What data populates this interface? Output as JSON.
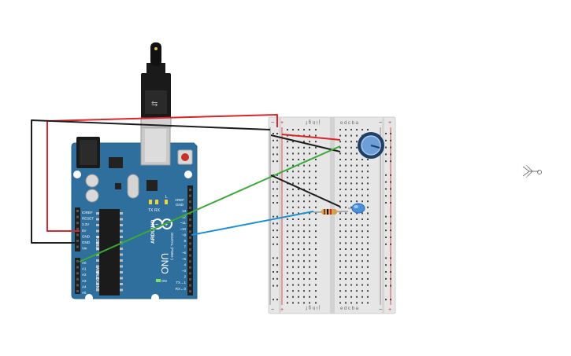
{
  "board": {
    "logo_text": "ARDUINO",
    "model_text": "UNO",
    "on_label": "ON",
    "tx_label": "TX",
    "rx_label": "RX",
    "l_label": "L",
    "power_header_label": "POWER",
    "analog_header_label": "ANALOG IN",
    "digital_header_label": "DIGITAL (PWM~)",
    "aref_label": "AREF",
    "gnd_label": "GND",
    "digital_pins": [
      "13",
      "12",
      "~11",
      "~10",
      "~9",
      "8",
      "7",
      "~6",
      "~5",
      "4",
      "~3",
      "2",
      "TX→1",
      "RX←0"
    ],
    "power_pins": [
      "IOREF",
      "RESET",
      "3.3V",
      "5V",
      "GND",
      "GND",
      "Vin"
    ],
    "analog_pins": [
      "A0",
      "A1",
      "A2",
      "A3",
      "A4",
      "A5"
    ]
  },
  "breadboard": {
    "col_letters_left": "j i h g f",
    "col_letters_right": "e d c b a",
    "plus_label": "+",
    "minus_label": "−"
  },
  "colors": {
    "board": "#2f6f9e",
    "wire_red": "#d9262b",
    "wire_black": "#1d1d1d",
    "wire_green": "#3aaa35",
    "wire_blue": "#1b8fd1",
    "breadboard": "#e8e8e8",
    "pot_body": "#1f3f66",
    "pot_knob": "#6e9ed8",
    "led": "#4a90d9"
  },
  "icons": {
    "debug_probe": "multimeter-probe-icon"
  }
}
